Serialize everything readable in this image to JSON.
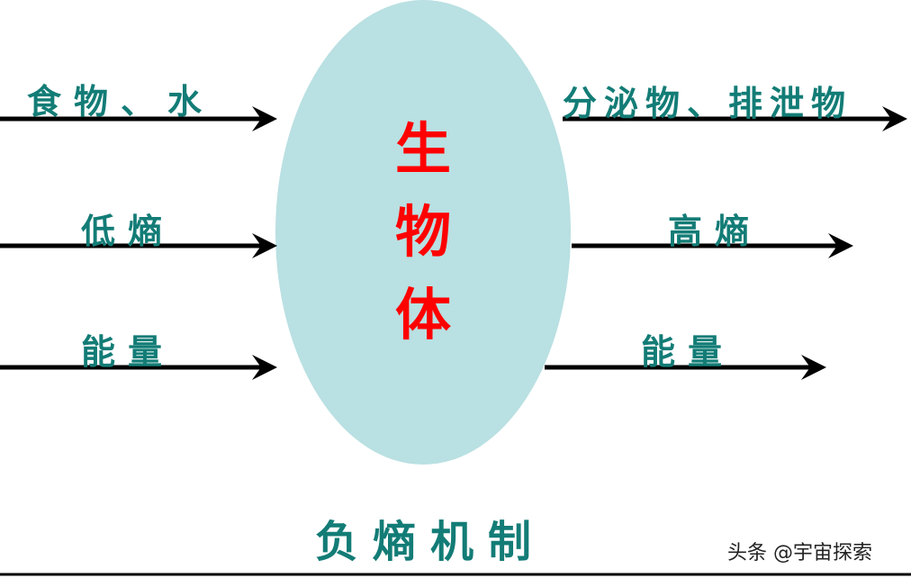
{
  "colors": {
    "ellipse": "#b9e0e2",
    "label": "#137c76",
    "core": "#ff0000",
    "arrow": "#000000"
  },
  "center_label": [
    "生",
    "物",
    "体"
  ],
  "inputs": [
    {
      "label": "食物、水"
    },
    {
      "label": "低熵"
    },
    {
      "label": "能量"
    }
  ],
  "outputs": [
    {
      "label": "分泌物、排泄物"
    },
    {
      "label": "高熵"
    },
    {
      "label": "能量"
    }
  ],
  "title": "负熵机制",
  "watermark": "头条 @宇宙探索"
}
